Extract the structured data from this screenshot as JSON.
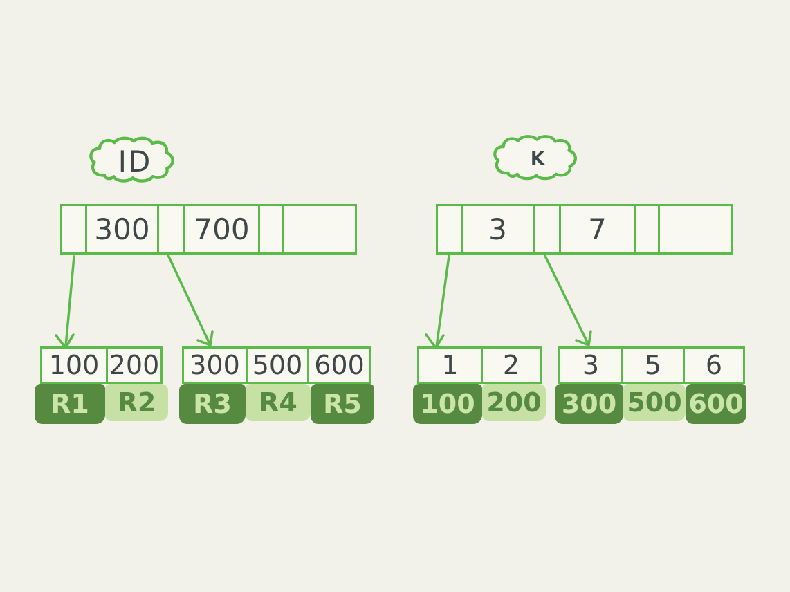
{
  "canvas": {
    "background": "#f2f1ea",
    "stroke_green": "#5bbb4a",
    "ink": "#3e4749",
    "fill_dark_green": "#578a41",
    "fill_light_green": "#c7e1a4",
    "text_on_dark": "#cbe5a9",
    "text_on_light": "#578a41"
  },
  "diagrams": [
    {
      "name": "id-index",
      "cloud_label": "ID",
      "root_cells": [
        "",
        "300",
        "",
        "700",
        "",
        ""
      ],
      "leaves": [
        {
          "keys": [
            "100",
            "200"
          ],
          "values": [
            {
              "label": "R1",
              "tone": "dark"
            },
            {
              "label": "R2",
              "tone": "light"
            }
          ]
        },
        {
          "keys": [
            "300",
            "500",
            "600"
          ],
          "values": [
            {
              "label": "R3",
              "tone": "dark"
            },
            {
              "label": "R4",
              "tone": "light"
            },
            {
              "label": "R5",
              "tone": "dark"
            }
          ]
        }
      ]
    },
    {
      "name": "k-index",
      "cloud_label": "K",
      "root_cells": [
        "",
        "3",
        "",
        "7",
        "",
        ""
      ],
      "leaves": [
        {
          "keys": [
            "1",
            "2"
          ],
          "values": [
            {
              "label": "100",
              "tone": "dark"
            },
            {
              "label": "200",
              "tone": "light"
            }
          ]
        },
        {
          "keys": [
            "3",
            "5",
            "6"
          ],
          "values": [
            {
              "label": "300",
              "tone": "dark"
            },
            {
              "label": "500",
              "tone": "light"
            },
            {
              "label": "600",
              "tone": "dark"
            }
          ]
        }
      ]
    }
  ]
}
